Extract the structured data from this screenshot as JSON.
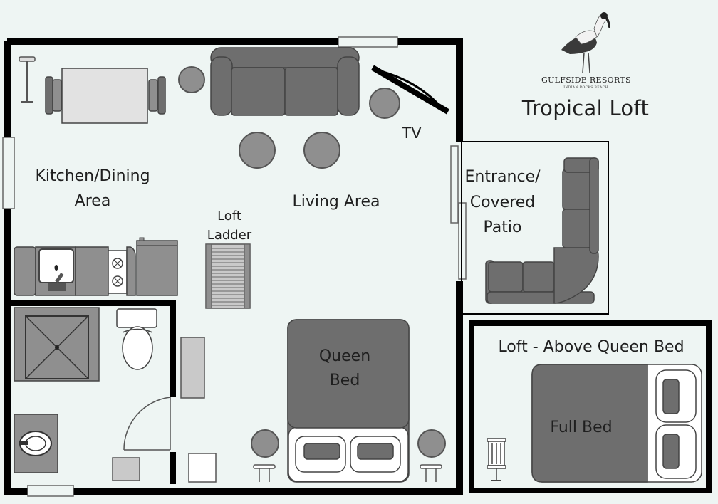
{
  "page_title": "Tropical Loft",
  "brand": {
    "name": "GULFSIDE RESORTS",
    "tagline": "INDIAN ROCKS BEACH",
    "logo_icon": "ibis-bird-icon"
  },
  "rooms": {
    "kitchen_dining_line1": "Kitchen/Dining",
    "kitchen_dining_line2": "Area",
    "living": "Living Area",
    "tv": "TV",
    "loft_ladder_line1": "Loft",
    "loft_ladder_line2": "Ladder",
    "entrance_line1": "Entrance/",
    "entrance_line2": "Covered",
    "entrance_line3": "Patio",
    "queen_bed_line1": "Queen",
    "queen_bed_line2": "Bed",
    "loft_title": "Loft - Above Queen Bed",
    "full_bed": "Full Bed"
  },
  "colors": {
    "background": "#eef5f3",
    "wall": "#000000",
    "furniture_dark": "#6e6e6e",
    "furniture_mid": "#8f8f8f",
    "furniture_light": "#c9c9c9",
    "surface": "#e2e2e2"
  }
}
